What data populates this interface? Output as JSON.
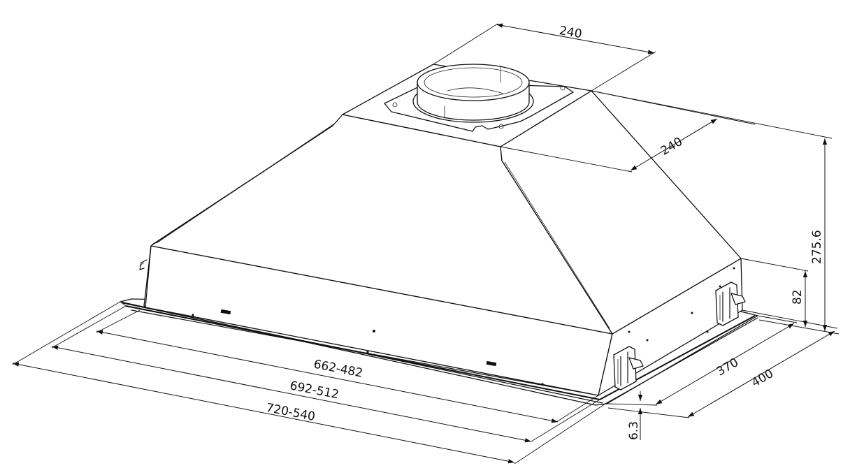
{
  "drawing": {
    "subject": "built-in cooker hood insert with round duct collar",
    "line_color": "#111111",
    "background": "#ffffff"
  },
  "dimensions": {
    "collar_width": "240",
    "collar_depth": "240",
    "total_height": "275.6",
    "body_height": "82",
    "inner_depth": "370",
    "outer_depth": "400",
    "width_inner": "662-482",
    "width_mid": "692-512",
    "width_outer": "720-540",
    "flange_thickness": "6.3"
  }
}
